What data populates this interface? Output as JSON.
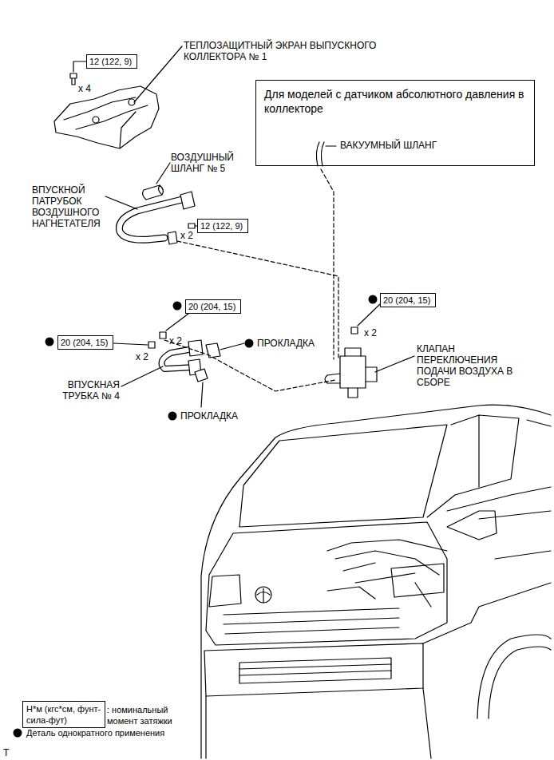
{
  "diagram": {
    "nodes": [
      {
        "text": [
          "12 (122, 9)"
        ]
      },
      {
        "text": [
          "Для моделей с датчиком абсолютного давления в коллекторе",
          "ВАКУУМНЫЙ ШЛАНГ"
        ]
      },
      {
        "text": [
          "12 (122, 9)"
        ]
      },
      {
        "text": [
          "20 (204, 15)"
        ]
      },
      {
        "text": [
          "20 (204, 15)"
        ]
      },
      {
        "text": [
          "20 (204, 15)"
        ]
      },
      {
        "text": [
          "Н*м (кгс*см, фунт-сила-фут)"
        ]
      }
    ],
    "labels": [
      "ТЕПЛОЗАЩИТНЫЙ ЭКРАН ВЫПУСКНОГО КОЛЛЕКТОРА № 1",
      "x 4",
      "ВОЗДУШНЫЙ ШЛАНГ № 5",
      "ВПУСКНОЙ ПАТРУБОК ВОЗДУШНОГО НАГНЕТАТЕЛЯ",
      "x 2",
      "x 2",
      "x 2",
      "x 2",
      "ПРОКЛАДКА",
      "ВПУСКНАЯ ТРУБКА № 4",
      "ПРОКЛАДКА",
      "КЛАПАН ПЕРЕКЛЮЧЕНИЯ ПОДАЧИ ВОЗДУХА В СБОРЕ",
      "T"
    ],
    "legend": [
      {
        "text": ": номинальный момент затяжки"
      },
      {
        "text": "Деталь однократного применения"
      }
    ]
  }
}
